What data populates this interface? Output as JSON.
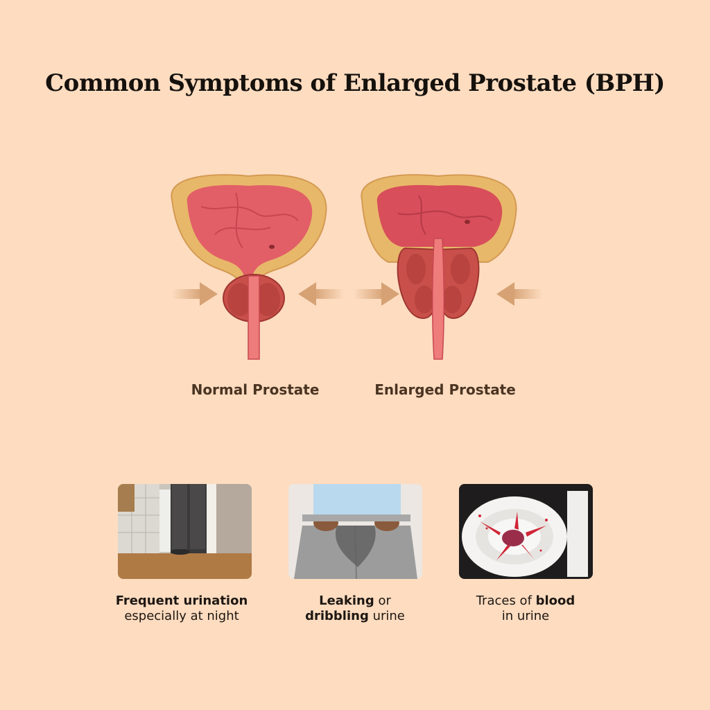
{
  "title": "Common Symptoms of Enlarged Prostate (BPH)",
  "diagram": {
    "normal_label": "Normal Prostate",
    "enlarged_label": "Enlarged Prostate"
  },
  "symptoms": [
    {
      "line1_bold": "Frequent urination",
      "line1_rest": "",
      "line2_prefix": "especially at night",
      "line2_bold": "",
      "line2_rest": ""
    },
    {
      "line1_bold": "Leaking",
      "line1_rest": " or",
      "line2_prefix": "",
      "line2_bold": "dribbling",
      "line2_rest": " urine"
    },
    {
      "line1_prefix": "Traces of ",
      "line1_bold": "blood",
      "line2_prefix": "in urine"
    }
  ],
  "colors": {
    "background": "#fddcc0",
    "bladder_outer": "#e8b86a",
    "bladder_inner": "#e25f67",
    "prostate": "#c9504a",
    "arrow": "#d6a274"
  }
}
